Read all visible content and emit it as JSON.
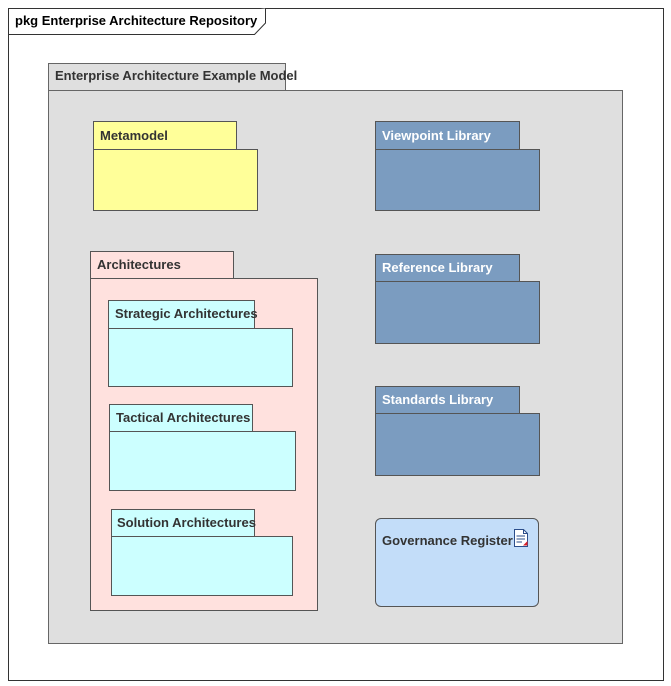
{
  "frame": {
    "title": "pkg Enterprise Architecture Repository"
  },
  "model": {
    "title": "Enterprise Architecture Example Model"
  },
  "packages": {
    "metamodel": "Metamodel",
    "viewpoint_library": "Viewpoint Library",
    "reference_library": "Reference Library",
    "standards_library": "Standards Library",
    "architectures": "Architectures",
    "strategic": "Strategic Architectures",
    "tactical": "Tactical Architectures",
    "solution": "Solution Architectures"
  },
  "artifact": {
    "title": "Governance Register",
    "icon": "document-icon"
  },
  "colors": {
    "metamodel": "#ffff99",
    "library": "#7b9cc0",
    "architectures": "#ffe1de",
    "sub_architecture": "#ccffff",
    "artifact": "#c3ddf9",
    "model_container": "#dfdfdf"
  }
}
